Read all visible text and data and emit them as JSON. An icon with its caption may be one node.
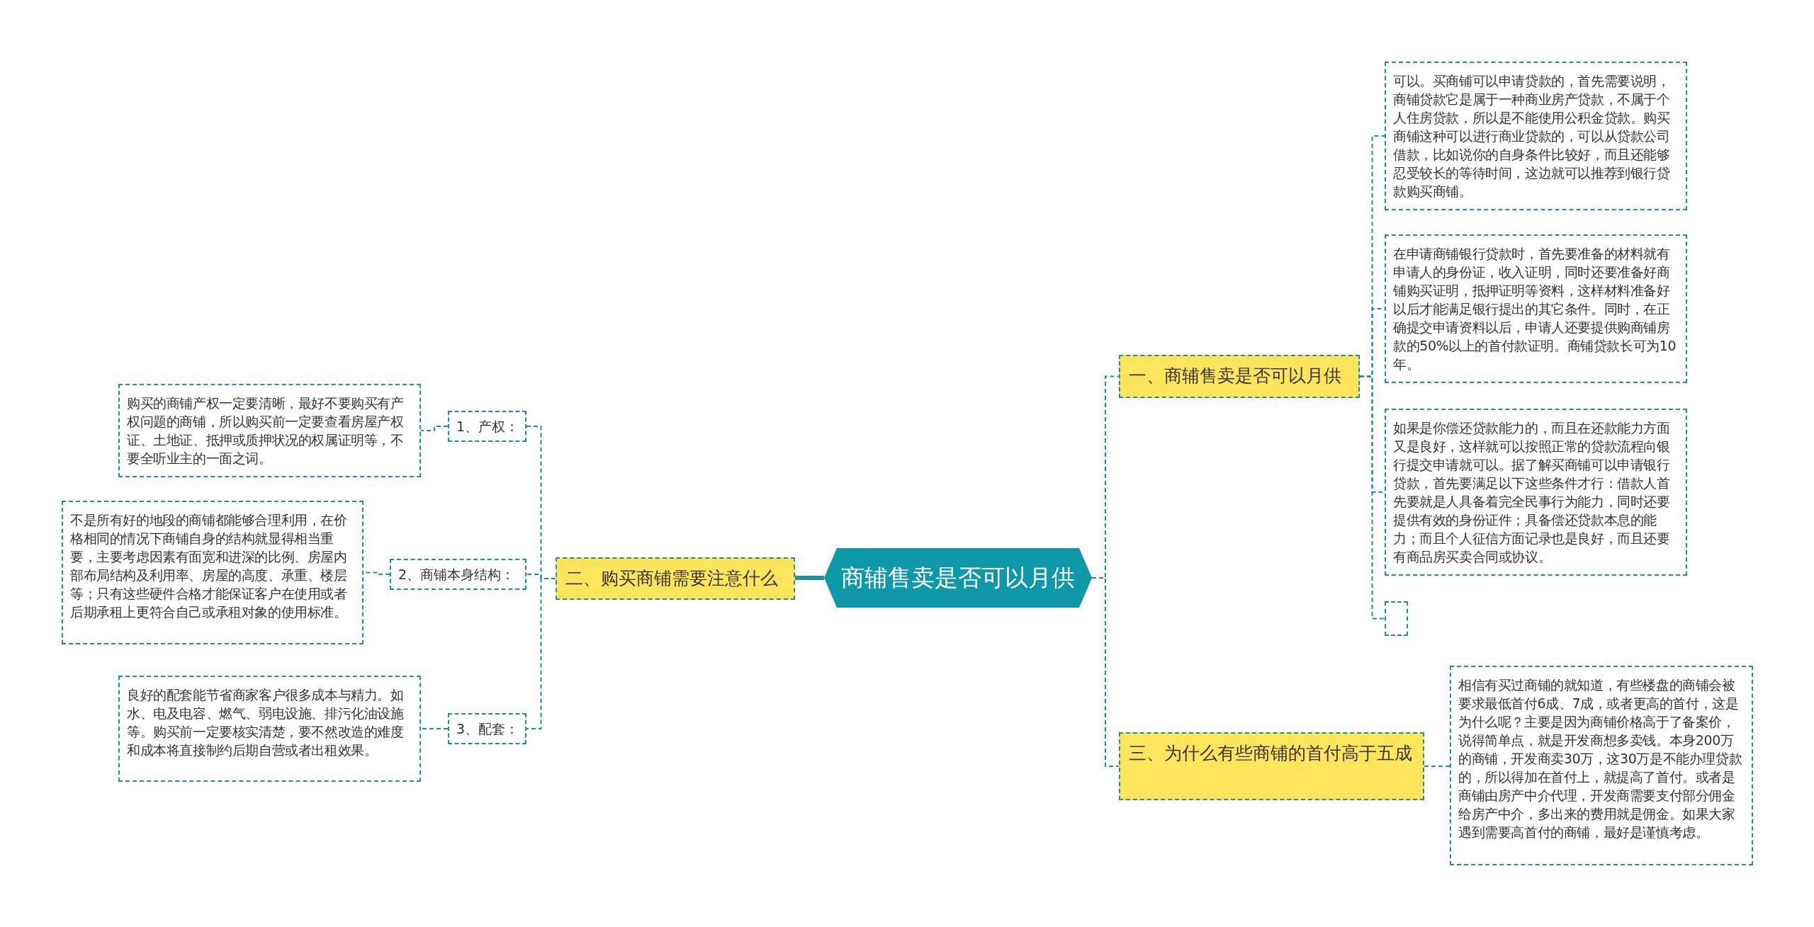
{
  "diagram": {
    "nodes": [
      {
        "text": [
          "商辅售卖是否可以月供"
        ]
      },
      {
        "text": [
          "一、商辅售卖是否可以月供"
        ]
      },
      {
        "text": [
          "可以。买商铺可以申请贷款的，首先需要说明，商铺贷款它是属于一种商业房产贷款，不属于个人住房贷款，所以是不能使用公积金贷款。购买商铺这种可以进行商业贷款的，可以从贷款公司借款，比如说你的自身条件比较好，而且还能够忍受较长的等待时间，这边就可以推荐到银行贷款购买商铺。"
        ]
      },
      {
        "text": [
          "在申请商铺银行贷款时，首先要准备的材料就有申请人的身份证，收入证明，同时还要准备好商铺购买证明，抵押证明等资料，这样材料准备好以后才能满足银行提出的其它条件。同时，在正确提交申请资料以后，申请人还要提供购商铺房款的50%以上的首付款证明。商铺贷款长可为10年。"
        ]
      },
      {
        "text": [
          "如果是你偿还贷款能力的，而且在还款能力方面又是良好，这样就可以按照正常的贷款流程向银行提交申请就可以。据了解买商铺可以申请银行贷款，首先要满足以下这些条件才行：借款人首先要就是人具备着完全民事行为能力，同时还要提供有效的身份证件；具备偿还贷款本息的能力；而且个人征信方面记录也是良好，而且还要有商品房买卖合同或协议。"
        ]
      },
      {
        "text": [],
        "shape": "box"
      },
      {
        "text": [
          "二、购买商铺需要注意什么"
        ]
      },
      {
        "text": [
          "1、产权："
        ]
      },
      {
        "text": [
          "购买的商铺产权一定要清晰，最好不要购买有产权问题的商铺，所以购买前一定要查看房屋产权证、土地证、抵押或质押状况的权属证明等，不要全听业主的一面之词。"
        ]
      },
      {
        "text": [
          "2、商铺本身结构："
        ]
      },
      {
        "text": [
          "不是所有好的地段的商铺都能够合理利用，在价格相同的情况下商铺自身的结构就显得相当重要，主要考虑因素有面宽和进深的比例、房屋内部布局结构及利用率、房屋的高度、承重、楼层等；只有这些硬件合格才能保证客户在使用或者后期承租上更符合自己或承租对象的使用标准。"
        ]
      },
      {
        "text": [
          "3、配套："
        ]
      },
      {
        "text": [
          "良好的配套能节省商家客户很多成本与精力。如水、电及电容、燃气、弱电设施、排污化油设施等。购买前一定要核实清楚，要不然改造的难度和成本将直接制约后期自营或者出租效果。"
        ]
      },
      {
        "text": [
          "三、为什么有些商铺的首付高于五成"
        ]
      },
      {
        "text": [
          "相信有买过商铺的就知道，有些楼盘的商铺会被要求最低首付6成、7成，或者更高的首付，这是为什么呢？主要是因为商铺价格高于了备案价，说得简单点，就是开发商想多卖钱。本身200万的商铺，开发商卖30万，这30万是不能办理贷款的，所以得加在首付上，就提高了首付。或者是商铺由房产中介代理，开发商需要支付部分佣金给房产中介，多出来的费用就是佣金。如果大家遇到需要高首付的商铺，最好是谨慎考虑。"
        ]
      }
    ],
    "edges": [
      {
        "from": 0,
        "to": 1,
        "arrow": "none",
        "style": "dashed"
      },
      {
        "from": 1,
        "to": 2,
        "arrow": "none",
        "style": "dashed"
      },
      {
        "from": 1,
        "to": 3,
        "arrow": "none",
        "style": "dashed"
      },
      {
        "from": 1,
        "to": 4,
        "arrow": "none",
        "style": "dashed"
      },
      {
        "from": 1,
        "to": 5,
        "arrow": "none",
        "style": "dashed"
      },
      {
        "from": 0,
        "to": 6,
        "arrow": "none",
        "style": "thick"
      },
      {
        "from": 6,
        "to": 7,
        "arrow": "none",
        "style": "dashed"
      },
      {
        "from": 7,
        "to": 8,
        "arrow": "none",
        "style": "dashed"
      },
      {
        "from": 6,
        "to": 9,
        "arrow": "none",
        "style": "dashed"
      },
      {
        "from": 9,
        "to": 10,
        "arrow": "none",
        "style": "dashed"
      },
      {
        "from": 6,
        "to": 11,
        "arrow": "none",
        "style": "dashed"
      },
      {
        "from": 11,
        "to": 12,
        "arrow": "none",
        "style": "dashed"
      },
      {
        "from": 0,
        "to": 13,
        "arrow": "none",
        "style": "dashed"
      },
      {
        "from": 13,
        "to": 14,
        "arrow": "none",
        "style": "dashed"
      }
    ]
  }
}
